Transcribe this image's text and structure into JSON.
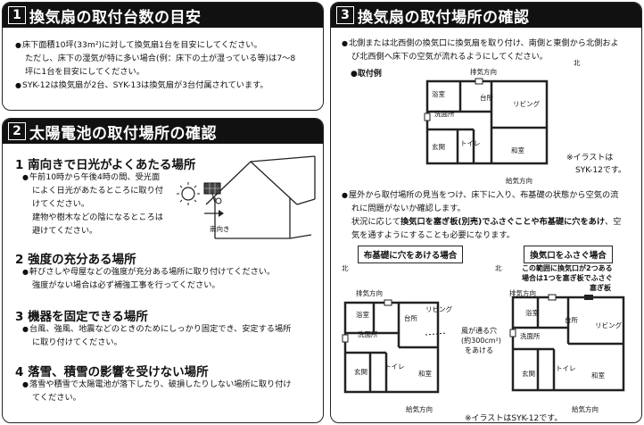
{
  "panel1": {
    "num": "1",
    "title": "換気扇の取付台数の目安",
    "b1_l1": "床下面積10坪(33m²)に対して換気扇1台を目安にしてください。",
    "b1_l2": "ただし、床下の湿気が特に多い場合(例：床下の土が湿っている等)は7～8",
    "b1_l3": "坪に1台を目安にしてください。",
    "b2": "SYK-12は換気扇が2台、SYK-13は換気扇が3台付属されています。"
  },
  "panel2": {
    "num": "2",
    "title": "太陽電池の取付場所の確認",
    "s1_h": "1 南向きで日光がよくあたる場所",
    "s1_l1": "午前10時から午後4時の間、受光面",
    "s1_l2": "によく日光があたるところに取り付",
    "s1_l3": "けてください。",
    "s1_l4": "建物や樹木などの陰になるところは",
    "s1_l5": "避けてください。",
    "s1_label": "南向き",
    "s2_h": "2 強度の充分ある場所",
    "s2_l1": "軒びさしや母屋などの強度が充分ある場所に取り付けてください。",
    "s2_l2": "強度がない場合は必ず補強工事を行ってください。",
    "s3_h": "3 機器を固定できる場所",
    "s3_l1": "台風、強風、地震などのときのためにしっかり固定でき、安定する場所",
    "s3_l2": "に取り付けてください。",
    "s4_h": "4 落雪、積雪の影響を受けない場所",
    "s4_l1": "落雪や積雪で太陽電池が落下したり、破損したりしない場所に取り付け",
    "s4_l2": "てください。"
  },
  "panel3": {
    "num": "3",
    "title": "換気扇の取付場所の確認",
    "b1_l1": "北側または北西側の換気口に換気扇を取り付け、南側と東側から北側およ",
    "b1_l2": "び北西側へ床下の空気が流れるようにしてください。",
    "example": "●取付例",
    "exhaust": "排気方向",
    "intake": "給気方向",
    "north": "北",
    "rooms": {
      "bath": "浴室",
      "kitchen": "台所",
      "living": "リビング",
      "washroom": "洗面所",
      "entrance": "玄関",
      "toilet": "トイレ",
      "japanese": "和室"
    },
    "note1_l1": "※イラストは",
    "note1_l2": "SYK-12です。",
    "b2_l1": "屋外から取付場所の見当をつけ、床下に入り、布基礎の状態から空気の流",
    "b2_l2": "れに問題がないか確認します。",
    "b2_l3a": "状況に応じて",
    "b2_l3b": "換気口を塞ぎ板(別売)でふさぐことや布基礎に穴をあけ",
    "b2_l3c": "、空",
    "b2_l4": "気を通すようにすることも必要になります。",
    "box_left": "布基礎に穴をあける場合",
    "box_right": "換気口をふさぐ場合",
    "hole_l1": "風が通る穴",
    "hole_l2": "(約300cm²)",
    "hole_l3": "をあける",
    "close_l1": "この範囲に換気口が2つある",
    "close_l2": "場合は1つを塞ぎ板でふさぐ",
    "plate": "塞ぎ板",
    "note2": "※イラストはSYK-12です。"
  }
}
